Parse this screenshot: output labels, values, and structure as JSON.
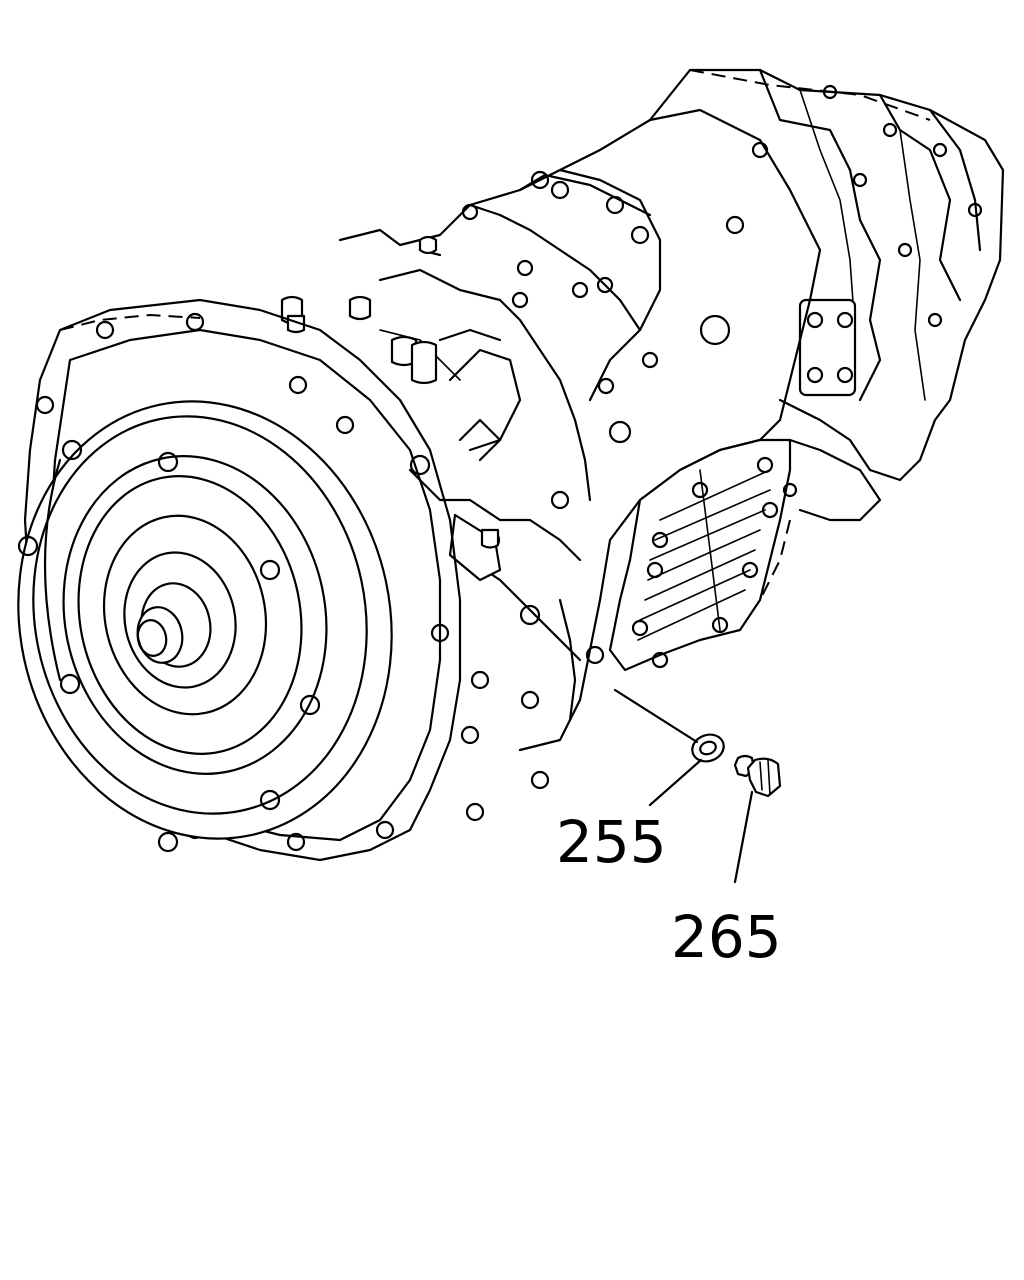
{
  "callouts": [
    {
      "id": "washer",
      "label": "255"
    },
    {
      "id": "drain-plug",
      "label": "265"
    }
  ],
  "colors": {
    "ink": "#000000",
    "paper": "#ffffff"
  }
}
